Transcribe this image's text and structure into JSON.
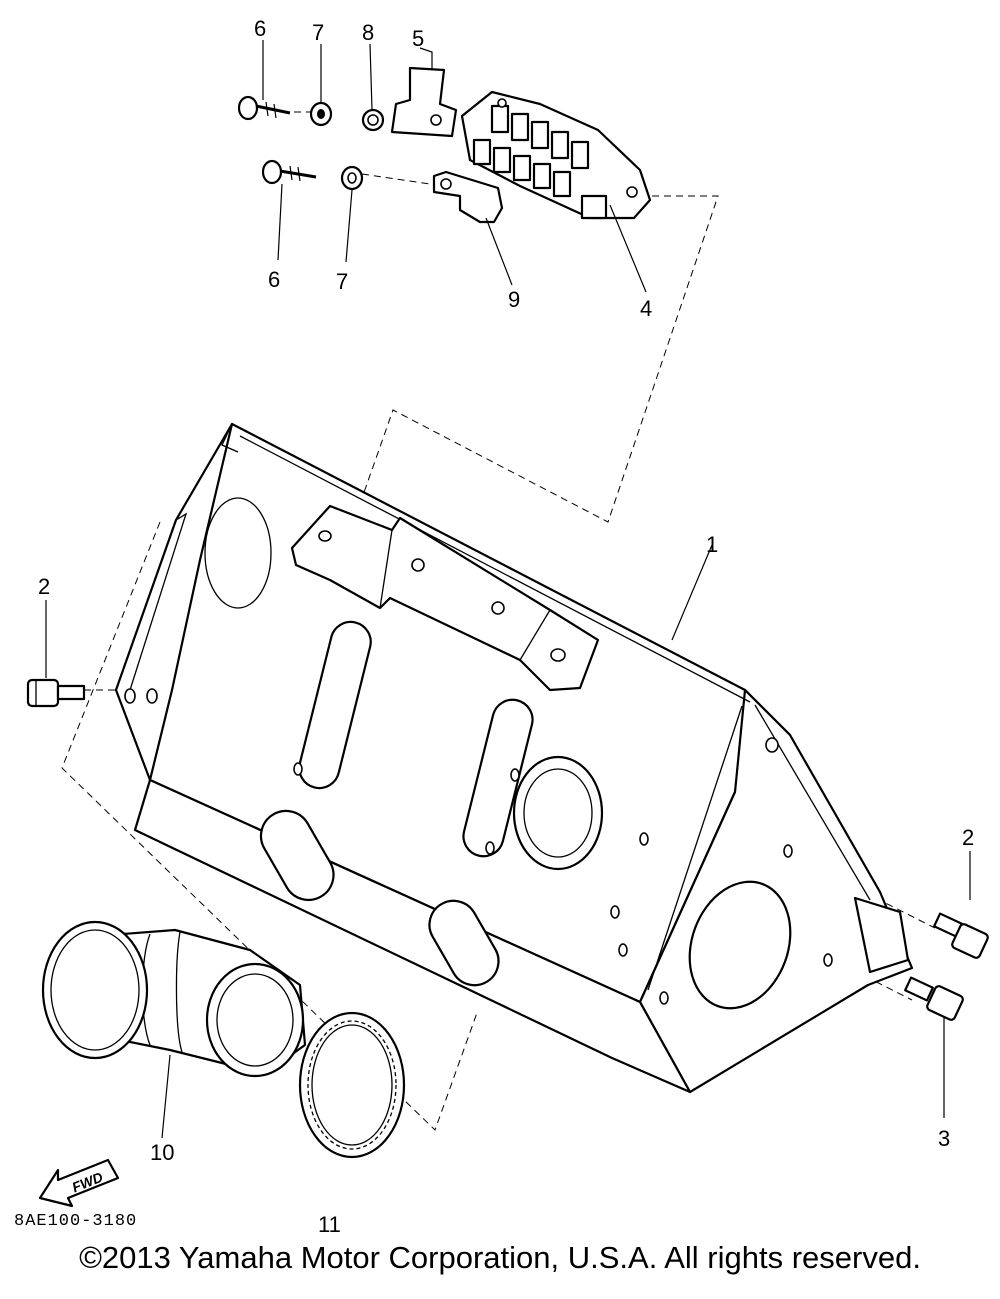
{
  "callouts": {
    "c1": "1",
    "c2a": "2",
    "c2b": "2",
    "c3": "3",
    "c4": "4",
    "c5": "5",
    "c6a": "6",
    "c6b": "6",
    "c7a": "7",
    "c7b": "7",
    "c8": "8",
    "c9": "9",
    "c10": "10",
    "c11": "11"
  },
  "fwd_arrow": "FWD",
  "diagram_code": "8AE100-3180",
  "copyright": "©2013 Yamaha Motor Corporation, U.S.A. All rights reserved."
}
